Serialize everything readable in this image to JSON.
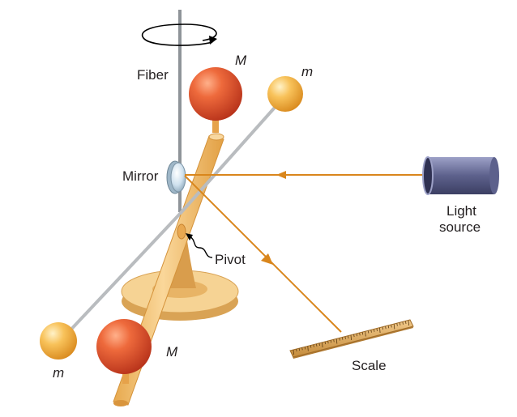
{
  "labels": {
    "fiber": "Fiber",
    "mirror": "Mirror",
    "pivot": "Pivot",
    "light_source_line1": "Light",
    "light_source_line2": "source",
    "scale": "Scale",
    "large_mass_top": "M",
    "large_mass_bottom": "M",
    "small_mass_top": "m",
    "small_mass_bottom": "m"
  },
  "colors": {
    "beam": "#d9861c",
    "large_mass": "#e8552a",
    "small_mass": "#f6b64a",
    "stand": "#f3c77e",
    "fiber": "#8f9499",
    "rod": "#b9bcbf",
    "light_source": "#6b6f9a",
    "scale": "#d4a257"
  },
  "icons": {
    "rotation": "rotation-arrow-icon",
    "pivot_pointer": "wavy-arrow-icon"
  }
}
